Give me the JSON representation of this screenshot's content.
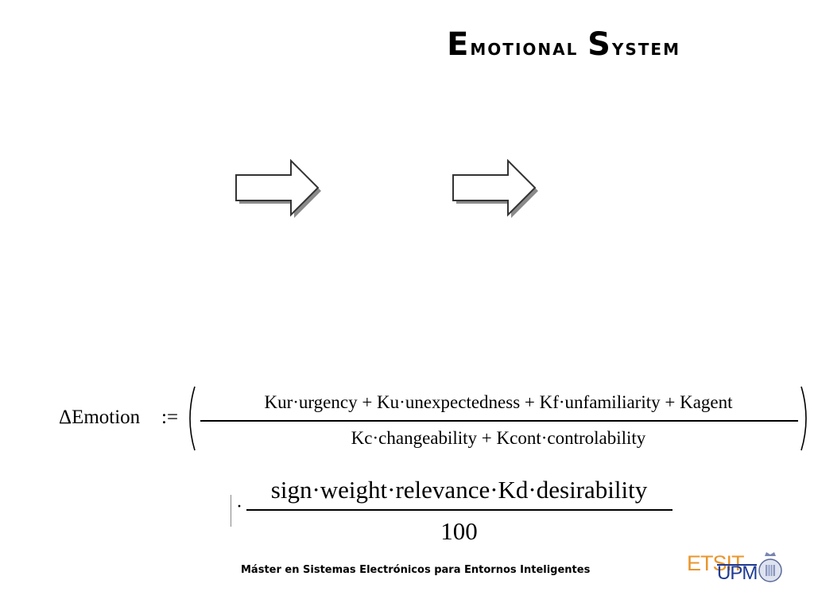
{
  "slide": {
    "title_first_cap": "E",
    "title_first_rest": "motional",
    "title_second_cap": "S",
    "title_second_rest": "ystem"
  },
  "formula": {
    "lhs": "ΔEmotion",
    "assign": ":=",
    "numerator1": "Kur·urgency + Ku·unexpectedness + Kf·unfamiliarity + Kagent",
    "denominator1": "Kc·changeability + Kcont·controlability",
    "multiply": "·",
    "numerator2": "sign·weight·relevance·Kd·desirability",
    "denominator2": "100"
  },
  "footer": {
    "text": "Máster en Sistemas Electrónicos para Entornos Inteligentes",
    "logo_etsit": "ETSIT",
    "logo_upm": "UPM"
  },
  "icons": {
    "arrow1": "right-arrow-icon",
    "arrow2": "right-arrow-icon",
    "seal": "university-seal-icon"
  },
  "colors": {
    "etsit": "#e8962e",
    "upm": "#1f3a93"
  }
}
